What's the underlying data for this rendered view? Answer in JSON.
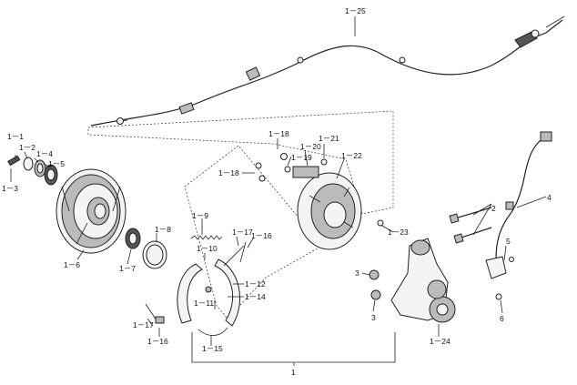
{
  "diagram": {
    "labels": {
      "l1": "1",
      "l1_1": "1－1",
      "l1_2": "1－2",
      "l1_3": "1－3",
      "l1_4": "1－4",
      "l1_5": "1－5",
      "l1_6": "1－6",
      "l1_7": "1－7",
      "l1_8": "1－8",
      "l1_9": "1－9",
      "l1_10": "1－10",
      "l1_11": "1－11",
      "l1_12": "1－12",
      "l1_14": "1－14",
      "l1_15": "1－15",
      "l1_16a": "1－16",
      "l1_16b": "1－16",
      "l1_17a": "1－17",
      "l1_17b": "1－17",
      "l1_18a": "1－18",
      "l1_18b": "1－18",
      "l1_19": "1－19",
      "l1_20": "1－20",
      "l1_21": "1－21",
      "l1_22": "1－22",
      "l1_23": "1－23",
      "l1_24": "1－24",
      "l1_25": "1－25",
      "l2": "2",
      "l3a": "3",
      "l3b": "3",
      "l4": "4",
      "l5": "5",
      "l6": "6"
    }
  }
}
